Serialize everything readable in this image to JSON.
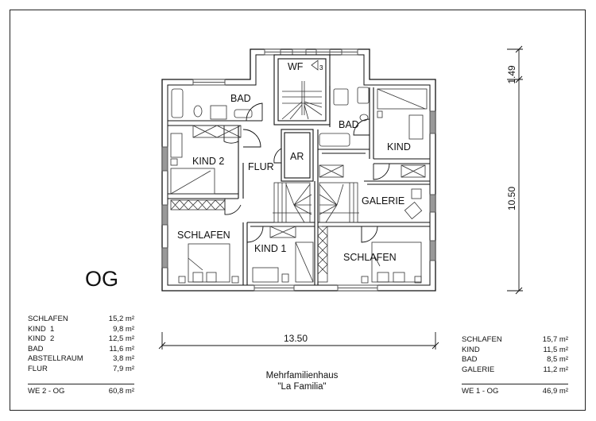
{
  "drawing": {
    "level_label": "OG",
    "title_line1": "Mehrfamilienhaus",
    "title_line2": "\"La Familia\"",
    "dimensions": {
      "width": "13.50",
      "depth": "10.50",
      "bay": "1.49"
    },
    "stair_label": "WF",
    "stair_steps": "3",
    "unit_suffix": "m²"
  },
  "rooms": {
    "bad_left": "BAD",
    "kind2": "KIND 2",
    "flur": "FLUR",
    "ar": "AR",
    "schlafen_left": "SCHLAFEN",
    "kind1": "KIND 1",
    "bad_right": "BAD",
    "kind_right": "KIND",
    "galerie": "GALERIE",
    "schlafen_right": "SCHLAFEN"
  },
  "we2": {
    "rows": [
      {
        "name": "SCHLAFEN",
        "area": "15,2 m²"
      },
      {
        "name": "KIND  1",
        "area": "9,8 m²"
      },
      {
        "name": "KIND  2",
        "area": "12,5 m²"
      },
      {
        "name": "BAD",
        "area": "11,6 m²"
      },
      {
        "name": "ABSTELLRAUM",
        "area": "3,8 m²"
      },
      {
        "name": "FLUR",
        "area": "7,9 m²"
      }
    ],
    "total_label": "WE 2 - OG",
    "total_area": "60,8 m²"
  },
  "we1": {
    "rows": [
      {
        "name": "SCHLAFEN",
        "area": "15,7 m²"
      },
      {
        "name": "KIND",
        "area": "11,5 m²"
      },
      {
        "name": "BAD",
        "area": "8,5 m²"
      },
      {
        "name": "GALERIE",
        "area": "11,2 m²"
      }
    ],
    "total_label": "WE 1 - OG",
    "total_area": "46,9 m²"
  },
  "colors": {
    "line": "#111111",
    "window": "#7a7a7a",
    "furniture": "#333333"
  }
}
